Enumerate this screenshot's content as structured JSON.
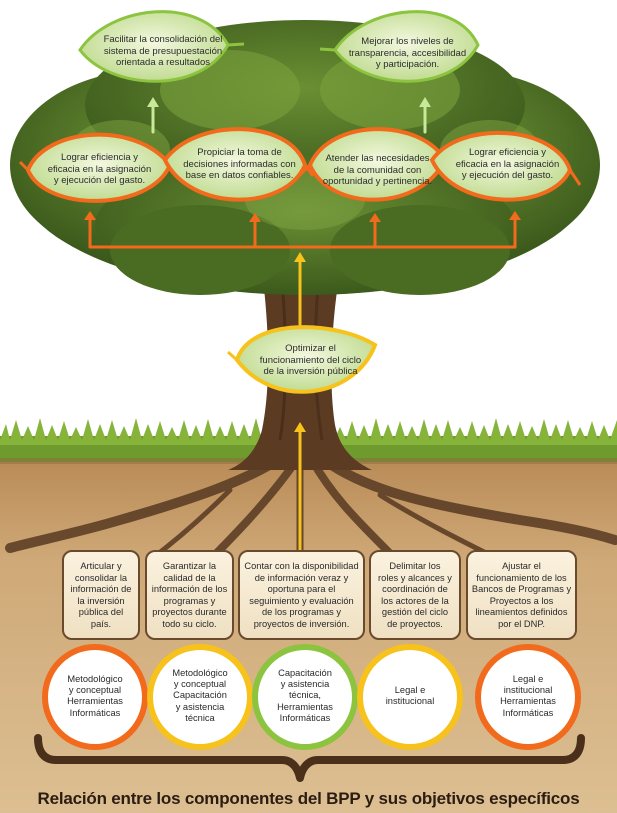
{
  "leaves_top": [
    {
      "text": "Facilitar la consolidación del\nsistema de presupuestación\norientada a resultados"
    },
    {
      "text": "Mejorar los niveles de\ntransparencia, accesibilidad\ny participación."
    }
  ],
  "leaves_mid": [
    {
      "text": "Lograr eficiencia y\neficacia en la asignación\ny ejecución del gasto."
    },
    {
      "text": "Propiciar la toma de\ndecisiones informadas con\nbase en datos confiables."
    },
    {
      "text": "Atender las necesidades\nde la comunidad con\noportunidad y pertinencia."
    },
    {
      "text": "Lograr eficiencia y\neficacia en la asignación\ny ejecución del gasto."
    }
  ],
  "center_leaf": {
    "text": "Optimizar el\nfuncionamiento del ciclo\nde la inversión pública"
  },
  "root_boxes": [
    {
      "text": "Articular y\nconsolidar la\ninformación de\nla inversión\npública del\npaís."
    },
    {
      "text": "Garantizar la\ncalidad de la\ninformación de los\nprogramas y\nproyectos durante\ntodo su ciclo."
    },
    {
      "text": "Contar con la disponibilidad\nde información veraz y\noportuna para el\nseguimiento y evaluación\nde los programas y\nproyectos de inversión."
    },
    {
      "text": "Delimitar los\nroles y alcances y\ncoordinación de\nlos actores de la\ngestión del ciclo\nde proyectos."
    },
    {
      "text": "Ajustar el\nfuncionamiento de los\nBancos de Programas y\nProyectos a los\nlineamientos definidos\npor el DNP."
    }
  ],
  "components": [
    {
      "text": "Metodológico\ny conceptual\nHerramientas\nInformáticas",
      "ring": "#f26a1b"
    },
    {
      "text": "Metodológico\ny conceptual\nCapacitación\ny asistencia\ntécnica",
      "ring": "#f6c21b"
    },
    {
      "text": "Capacitación\ny asistencia\ntécnica,\nHerramientas\nInformáticas",
      "ring": "#8cc43f"
    },
    {
      "text": "Legal e\ninstitucional",
      "ring": "#f6c21b"
    },
    {
      "text": "Legal e\ninstitucional\nHerramientas\nInformáticas",
      "ring": "#f26a1b"
    }
  ],
  "caption": "Relación entre los componentes del BPP y sus objetivos específicos",
  "colors": {
    "orange": "#f26a1b",
    "yellow": "#f6c21b",
    "green": "#8cc43f",
    "leaf_fill": "#e6f1c6",
    "soil": "#c9a373",
    "foliage": "#4d6b24"
  }
}
